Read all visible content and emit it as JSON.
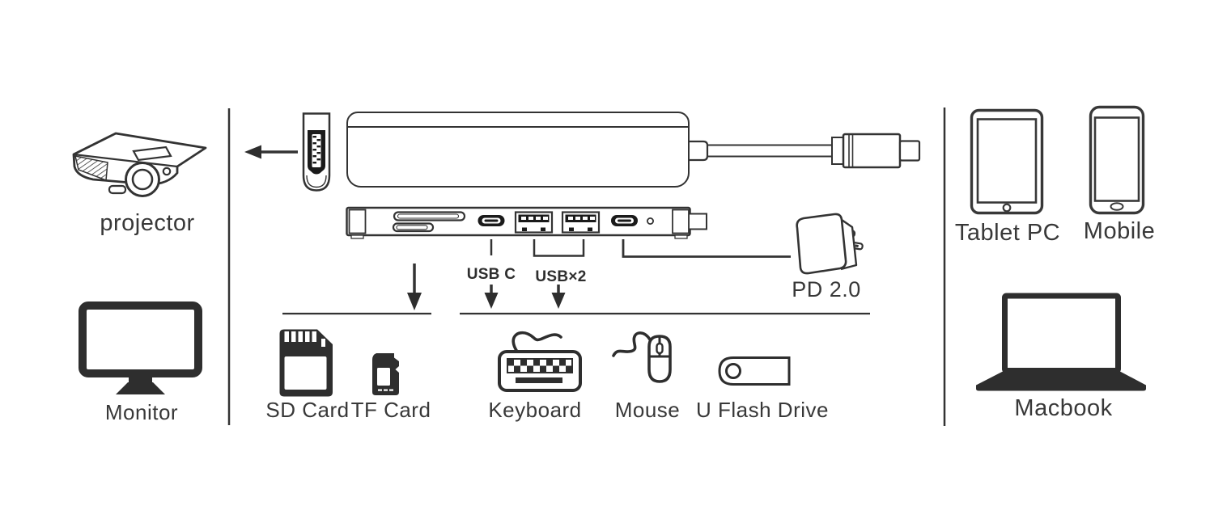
{
  "colors": {
    "ink": "#333333",
    "fill_dark": "#2e2e2e",
    "background": "#ffffff"
  },
  "labels": {
    "projector": "projector",
    "monitor": "Monitor",
    "usb_c": "USB C",
    "usb_x2": "USB×2",
    "pd": "PD 2.0",
    "sd_card": "SD Card",
    "tf_card": "TF Card",
    "keyboard": "Keyboard",
    "mouse": "Mouse",
    "flash_drive": "U Flash Drive",
    "tablet": "Tablet PC",
    "mobile": "Mobile",
    "macbook": "Macbook"
  },
  "icons": [
    "projector-icon",
    "monitor-icon",
    "hdmi-connector-icon",
    "hub-top-view",
    "hub-side-view",
    "usb-c-cable-icon",
    "sd-slot",
    "tf-slot",
    "usb-c-port",
    "usb-a-port",
    "power-adapter-icon",
    "sd-card-icon",
    "tf-card-icon",
    "keyboard-icon",
    "mouse-icon",
    "flash-drive-icon",
    "tablet-icon",
    "mobile-icon",
    "macbook-icon",
    "left-arrow-icon",
    "down-arrow-icon"
  ]
}
